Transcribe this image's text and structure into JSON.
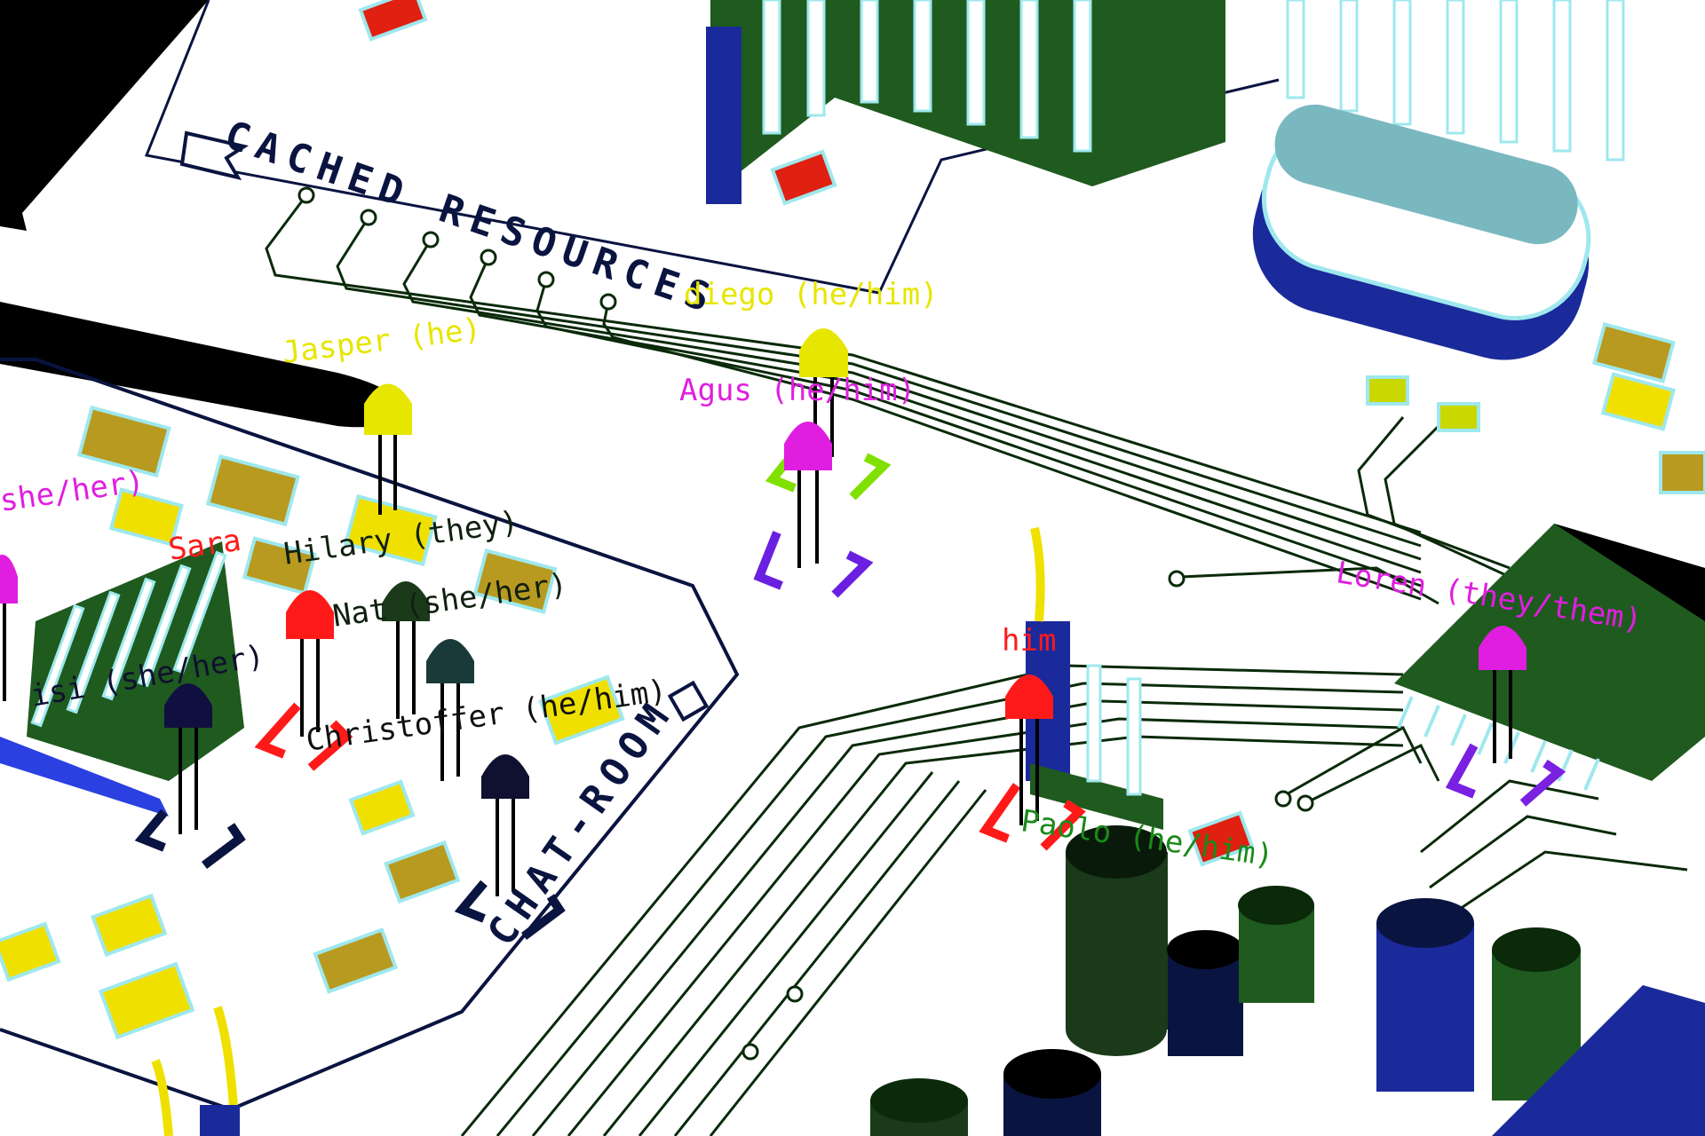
{
  "zones": {
    "cached_resources": "CACHED RESOURCES",
    "chat_room": "CHAT-ROOM"
  },
  "users": [
    {
      "name": "Jasper (he)",
      "color": "#e6e600"
    },
    {
      "name": "diego (he/him)",
      "color": "#e6e600"
    },
    {
      "name": "Agus (he/him)",
      "color": "#e01ee0"
    },
    {
      "name": "she/her)",
      "color": "#e01ee0"
    },
    {
      "name": "Hilary (they)",
      "color": "#102010"
    },
    {
      "name": "Sara",
      "color": "#ff1a1a"
    },
    {
      "name": "Nat (she/her)",
      "color": "#102010"
    },
    {
      "name": "isi (she/her)",
      "color": "#101030"
    },
    {
      "name": "Christoffer (he/him)",
      "color": "#101010"
    },
    {
      "name": "him",
      "color": "#ff1a1a"
    },
    {
      "name": "Paolo (he/him)",
      "color": "#1a8a1a"
    },
    {
      "name": "Loren (they/them)",
      "color": "#e01ee0"
    }
  ],
  "colors": {
    "board": "#ffffff",
    "trace": "#0a2a0a",
    "void": "#000000",
    "component_green": "#1f5a1f",
    "component_blue": "#1a2a9a",
    "smd_yellow": "#f0e000",
    "smd_cap": "#b89a20",
    "accent_cyan": "#9ee8ee"
  },
  "icons": {
    "room_icon": "flag-icon",
    "chat_icon": "chat-bubble-icon"
  }
}
